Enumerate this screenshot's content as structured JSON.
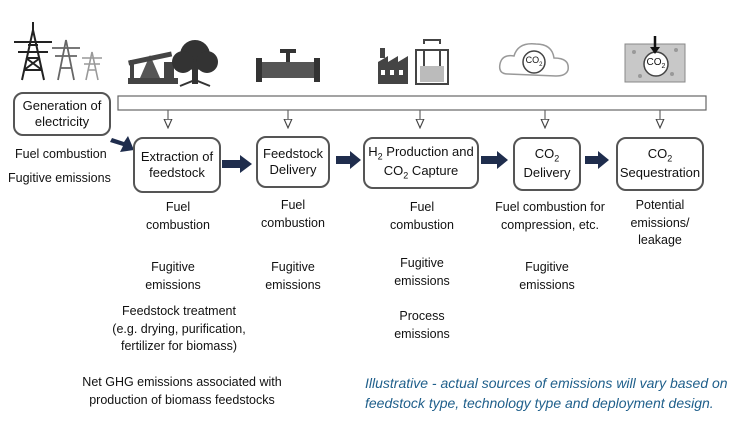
{
  "boxes": {
    "generation": "Generation of electricity",
    "extraction": "Extraction of feedstock",
    "delivery": "Feedstock Delivery",
    "h2_line1_pre": "H",
    "h2_sub": "2",
    "h2_line1_post": " Production and",
    "h2_line2_pre": "CO",
    "h2_line2_sub": "2",
    "h2_line2_post": " Capture",
    "co2_delivery_pre": "CO",
    "co2_delivery_sub": "2",
    "co2_delivery_post": "Delivery",
    "seq_pre": "CO",
    "seq_sub": "2",
    "seq_post": "Sequestration"
  },
  "icons": {
    "cloud_label": "CO2",
    "storage_label": "CO2"
  },
  "generation_emissions": [
    "Fuel combustion",
    "Fugitive emissions"
  ],
  "extraction_emissions": {
    "fuel": "Fuel combustion",
    "fugitive": "Fugitive emissions",
    "treatment": "Feedstock treatment (e.g. drying, purification, fertilizer for biomass)",
    "net_ghg": "Net GHG emissions associated with production of biomass feedstocks"
  },
  "delivery_emissions": {
    "fuel": "Fuel combustion",
    "fugitive": "Fugitive emissions"
  },
  "h2_emissions": {
    "fuel": "Fuel combustion",
    "fugitive": "Fugitive emissions",
    "process": "Process emissions"
  },
  "co2_delivery_emissions": {
    "fuel": "Fuel combustion for compression, etc.",
    "fugitive": "Fugitive emissions"
  },
  "seq_emissions": "Potential emissions/ leakage",
  "note": {
    "line1": "Illustrative - actual sources of emissions will vary based on",
    "line2": "feedstock type, technology type and deployment design."
  },
  "colors": {
    "arrow": "#1f2d4d",
    "border": "#555555",
    "note": "#1f5f8b"
  }
}
